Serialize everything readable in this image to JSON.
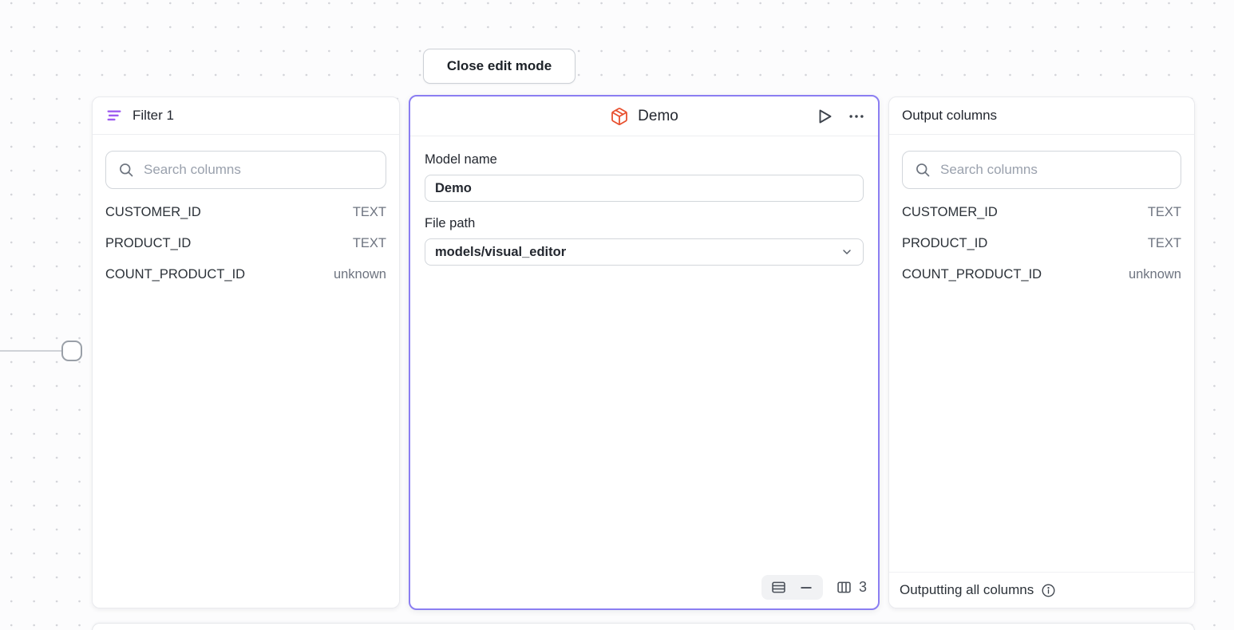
{
  "toolbar": {
    "close_edit_mode_label": "Close edit mode"
  },
  "filter_node": {
    "title": "Filter 1",
    "search_placeholder": "Search columns",
    "columns": [
      {
        "name": "CUSTOMER_ID",
        "type": "TEXT"
      },
      {
        "name": "PRODUCT_ID",
        "type": "TEXT"
      },
      {
        "name": "COUNT_PRODUCT_ID",
        "type": "unknown"
      }
    ]
  },
  "model_node": {
    "title": "Demo",
    "model_name_label": "Model name",
    "model_name_value": "Demo",
    "file_path_label": "File path",
    "file_path_value": "models/visual_editor",
    "visible_column_count": "3"
  },
  "output_node": {
    "title": "Output columns",
    "search_placeholder": "Search columns",
    "columns": [
      {
        "name": "CUSTOMER_ID",
        "type": "TEXT"
      },
      {
        "name": "PRODUCT_ID",
        "type": "TEXT"
      },
      {
        "name": "COUNT_PRODUCT_ID",
        "type": "unknown"
      }
    ],
    "footer_label": "Outputting all columns"
  },
  "icons": {
    "filter_node_icon": "filter-lines",
    "model_node_icon": "package-cube",
    "run_icon": "play-outline",
    "more_icon": "ellipsis-horizontal",
    "search_icon": "magnifier",
    "dropdown_icon": "chevron-down",
    "preview_rows_icon": "table-rows",
    "collapse_icon": "minus",
    "columns_icon": "table-columns",
    "info_icon": "info-circle"
  },
  "colors": {
    "selection_border": "#8b7ef2",
    "filter_icon": "#9e5bf0",
    "model_icon": "#e8502f",
    "canvas_dot": "#d3d4d9"
  }
}
